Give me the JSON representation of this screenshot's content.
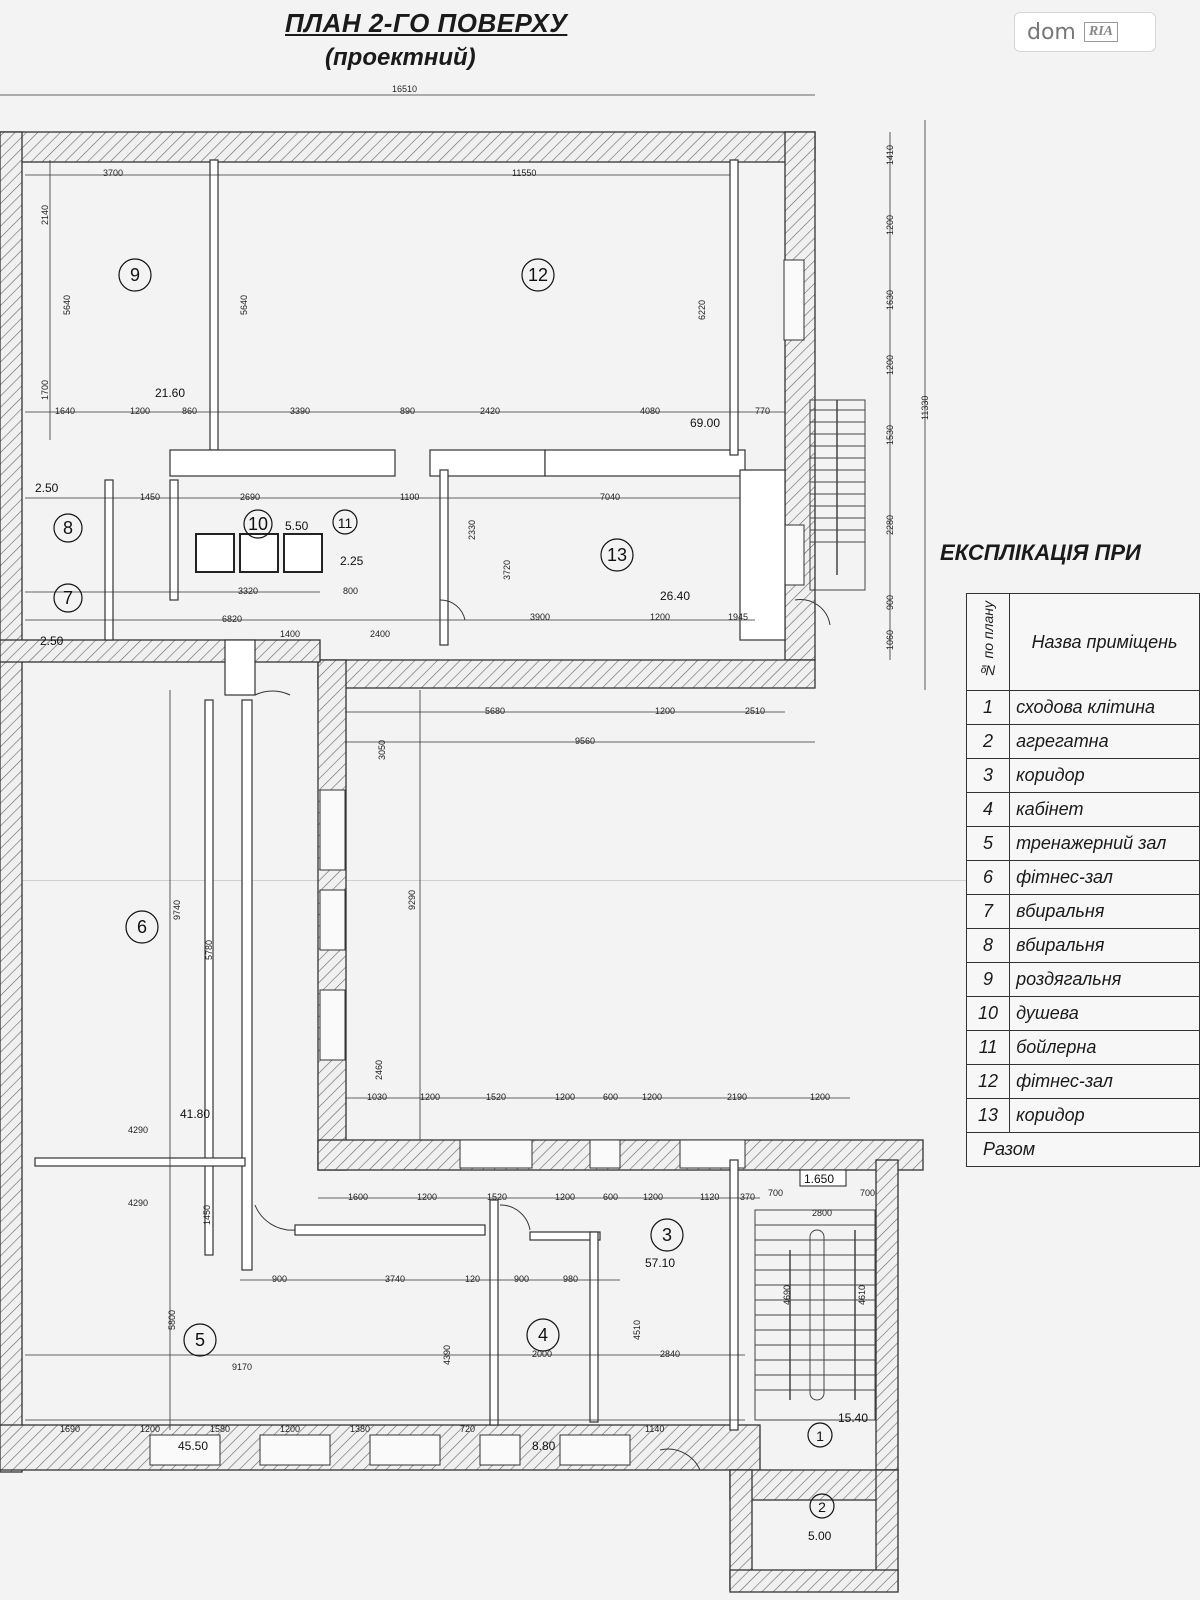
{
  "header": {
    "title": "ПЛАН 2-ГО ПОВЕРХУ",
    "subtitle": "(проектний)"
  },
  "logo": {
    "brand_left": "dom",
    "brand_right": "RIA"
  },
  "legend": {
    "title": "ЕКСПЛІКАЦІЯ ПРИ",
    "col_num": "№ по плану",
    "col_name": "Назва приміщень",
    "rows": [
      {
        "num": "1",
        "name": "сходова клітина"
      },
      {
        "num": "2",
        "name": "агрегатна"
      },
      {
        "num": "3",
        "name": "коридор"
      },
      {
        "num": "4",
        "name": "кабінет"
      },
      {
        "num": "5",
        "name": "тренажерний зал"
      },
      {
        "num": "6",
        "name": "фітнес-зал"
      },
      {
        "num": "7",
        "name": "вбиральня"
      },
      {
        "num": "8",
        "name": "вбиральня"
      },
      {
        "num": "9",
        "name": "роздягальня"
      },
      {
        "num": "10",
        "name": "душева"
      },
      {
        "num": "11",
        "name": "бойлерна"
      },
      {
        "num": "12",
        "name": "фітнес-зал"
      },
      {
        "num": "13",
        "name": "коридор"
      }
    ],
    "total_label": "Разом"
  },
  "rooms": [
    {
      "num": "9"
    },
    {
      "num": "12"
    },
    {
      "num": "13"
    },
    {
      "num": "8"
    },
    {
      "num": "7"
    },
    {
      "num": "10"
    },
    {
      "num": "11"
    },
    {
      "num": "6"
    },
    {
      "num": "5"
    },
    {
      "num": "4"
    },
    {
      "num": "3"
    },
    {
      "num": "1"
    },
    {
      "num": "2"
    }
  ],
  "areas": [
    "21.60",
    "69.00",
    "26.40",
    "5.50",
    "2.25",
    "2.50",
    "2.50",
    "41.80",
    "45.50",
    "8.80",
    "57.10",
    "15.40",
    "5.00"
  ],
  "level": "1.650",
  "dims": {
    "d16510": "16510",
    "d3700": "3700",
    "d11550": "11550",
    "d1640": "1640",
    "d1200a": "1200",
    "d860": "860",
    "d3390": "3390",
    "d890": "890",
    "d2420": "2420",
    "d4080": "4080",
    "d770": "770",
    "d1450": "1450",
    "d2690": "2690",
    "d1100": "1100",
    "d7040": "7040",
    "d3320": "3320",
    "d800": "800",
    "d6820": "6820",
    "d1400": "1400",
    "d2400": "2400",
    "d3900": "3900",
    "d1200b": "1200",
    "d1945": "1945",
    "d5680": "5680",
    "d1200c": "1200",
    "d2510": "2510",
    "d9560": "9560",
    "d1030": "1030",
    "d1200d": "1200",
    "d1520": "1520",
    "d1200e": "1200",
    "d600": "600",
    "d1200f": "1200",
    "d2190": "2190",
    "d1200g": "1200",
    "d4290a": "4290",
    "d4290b": "4290",
    "d1600": "1600",
    "d1200h": "1200",
    "d1520b": "1520",
    "d1200i": "1200",
    "d600b": "600",
    "d1200j": "1200",
    "d1120": "1120",
    "d370": "370",
    "d700": "700",
    "d700b": "700",
    "d2800": "2800",
    "d900": "900",
    "d3740": "3740",
    "d120": "120",
    "d900b": "900",
    "d980": "980",
    "d2000": "2000",
    "d2840": "2840",
    "d9170": "9170",
    "d1690": "1690",
    "d1200k": "1200",
    "d1580": "1580",
    "d1200l": "1200",
    "d1380": "1380",
    "d720": "720",
    "d1140": "1140",
    "d11330": "11330",
    "d1410": "1410",
    "d1200v": "1200",
    "d1630": "1630",
    "d1200w": "1200",
    "d1530": "1530",
    "d2280": "2280",
    "d900v": "900",
    "d1060": "1060",
    "d5640": "5640",
    "d5640b": "5640",
    "d6220": "6220",
    "d3720": "3720",
    "d2330": "2330",
    "d9740": "9740",
    "d5780": "5780",
    "d9290": "9290",
    "d3050": "3050",
    "d5800": "5800",
    "d4390": "4390",
    "d4510": "4510",
    "d4690": "4690",
    "d4610": "4610",
    "d1450v": "1450",
    "d2460": "2460",
    "d2140": "2140",
    "d1700": "1700"
  }
}
